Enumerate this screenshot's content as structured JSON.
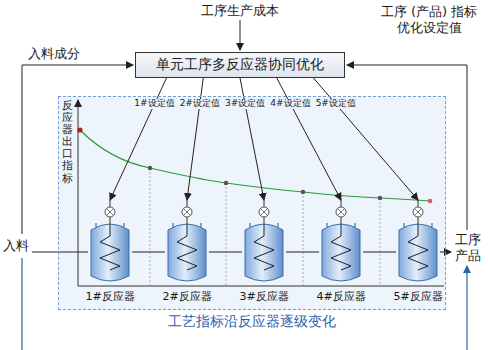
{
  "diagram": {
    "nodes": [
      {
        "text": [
          "单元工序多反应器协同优化"
        ]
      },
      {
        "text": [
          "工艺指标沿反应器逐级变化"
        ]
      },
      {
        "text": [
          "1#反应器"
        ],
        "in": 1
      },
      {
        "text": [
          "2#反应器"
        ],
        "in": 1
      },
      {
        "text": [
          "3#反应器"
        ],
        "in": 1
      },
      {
        "text": [
          "4#反应器"
        ],
        "in": 1
      },
      {
        "text": [
          "5#反应器"
        ],
        "in": 1
      }
    ],
    "edges": [
      {
        "from": 0,
        "to": 2,
        "label": "1#设定值",
        "arrow": "to"
      },
      {
        "from": 0,
        "to": 3,
        "label": "2#设定值",
        "arrow": "to"
      },
      {
        "from": 0,
        "to": 4,
        "label": "3#设定值",
        "arrow": "to"
      },
      {
        "from": 0,
        "to": 5,
        "label": "4#设定值",
        "arrow": "to"
      },
      {
        "from": 0,
        "to": 6,
        "label": "5#设定值",
        "arrow": "to"
      },
      {
        "from": 2,
        "to": 3,
        "arrow": "none"
      },
      {
        "from": 3,
        "to": 4,
        "arrow": "none"
      },
      {
        "from": 4,
        "to": 5,
        "arrow": "none"
      },
      {
        "from": 5,
        "to": 6,
        "arrow": "none"
      }
    ],
    "labels": [
      "工序生产成本",
      "工序 (产品) 指标 优化设定值",
      "入料成分",
      "入料",
      "工序产品",
      "反应器出口指标"
    ]
  }
}
